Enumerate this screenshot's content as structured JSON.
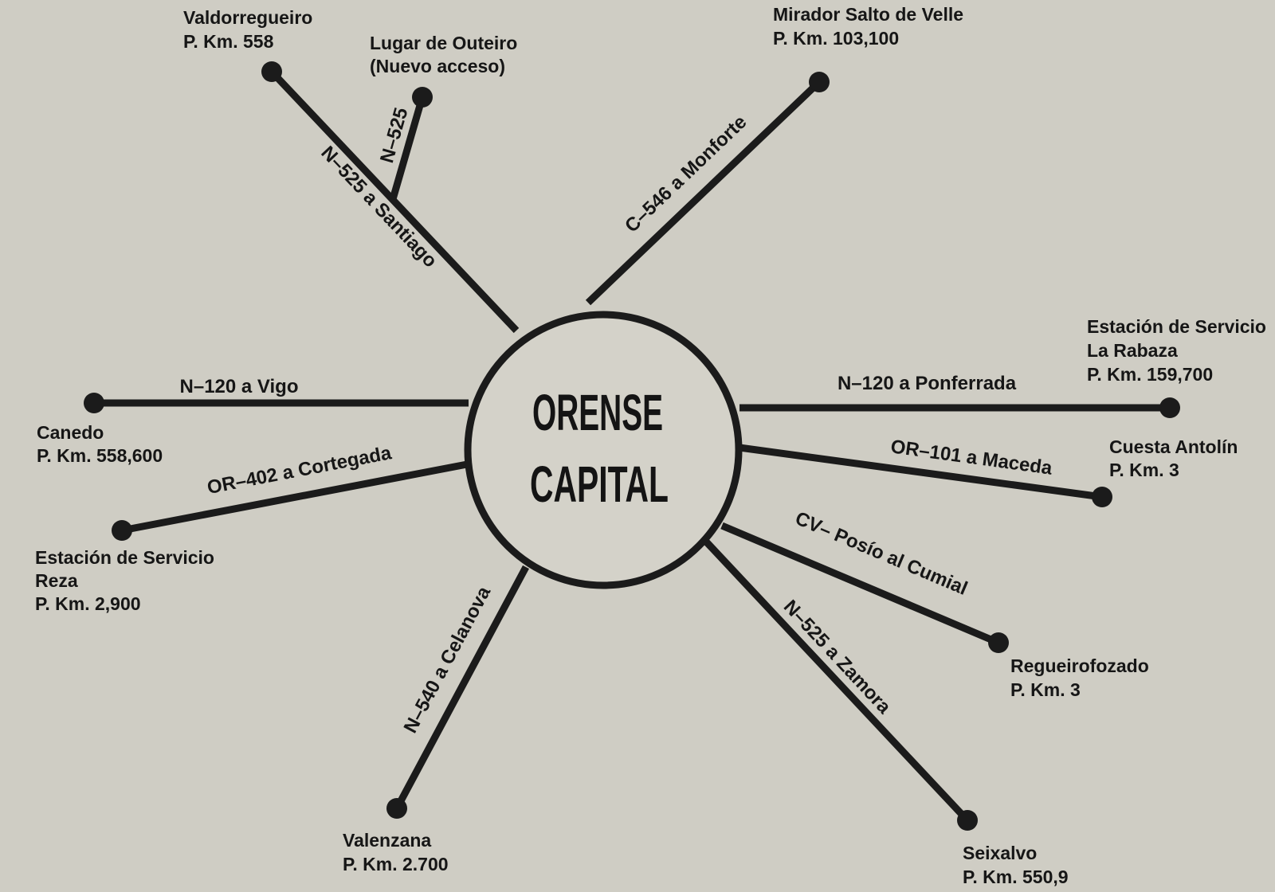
{
  "center": {
    "line1": "ORENSE",
    "line2": "CAPITAL"
  },
  "roads": {
    "santiago": "N–525 a Santiago",
    "outeiro": "N–525",
    "monforte": "C–546 a Monforte",
    "vigo": "N–120 a Vigo",
    "ponferrada": "N–120 a Ponferrada",
    "cortegada": "OR–402 a Cortegada",
    "maceda": "OR–101 a Maceda",
    "cumial": "CV– Posío al Cumial",
    "zamora": "N–525 a Zamora",
    "celanova": "N–540 a Celanova"
  },
  "places": {
    "valdorregueiro": {
      "name": "Valdorregueiro",
      "km": "P. Km. 558"
    },
    "outeiro": {
      "name": "Lugar de Outeiro",
      "note": "(Nuevo acceso)"
    },
    "mirador": {
      "name": "Mirador Salto de Velle",
      "km": "P. Km. 103,100"
    },
    "rabaza": {
      "name": "Estación de Servicio",
      "name2": "La Rabaza",
      "km": "P. Km. 159,700"
    },
    "canedo": {
      "name": "Canedo",
      "km": "P. Km. 558,600"
    },
    "cuesta": {
      "name": "Cuesta Antolín",
      "km": "P. Km. 3"
    },
    "reza": {
      "name": "Estación de Servicio",
      "name2": "Reza",
      "km": "P. Km. 2,900"
    },
    "regueirofozado": {
      "name": "Regueirofozado",
      "km": "P. Km. 3"
    },
    "valenzana": {
      "name": "Valenzana",
      "km": "P. Km. 2.700"
    },
    "seixalvo": {
      "name": "Seixalvo",
      "km": "P. Km. 550,9"
    }
  }
}
